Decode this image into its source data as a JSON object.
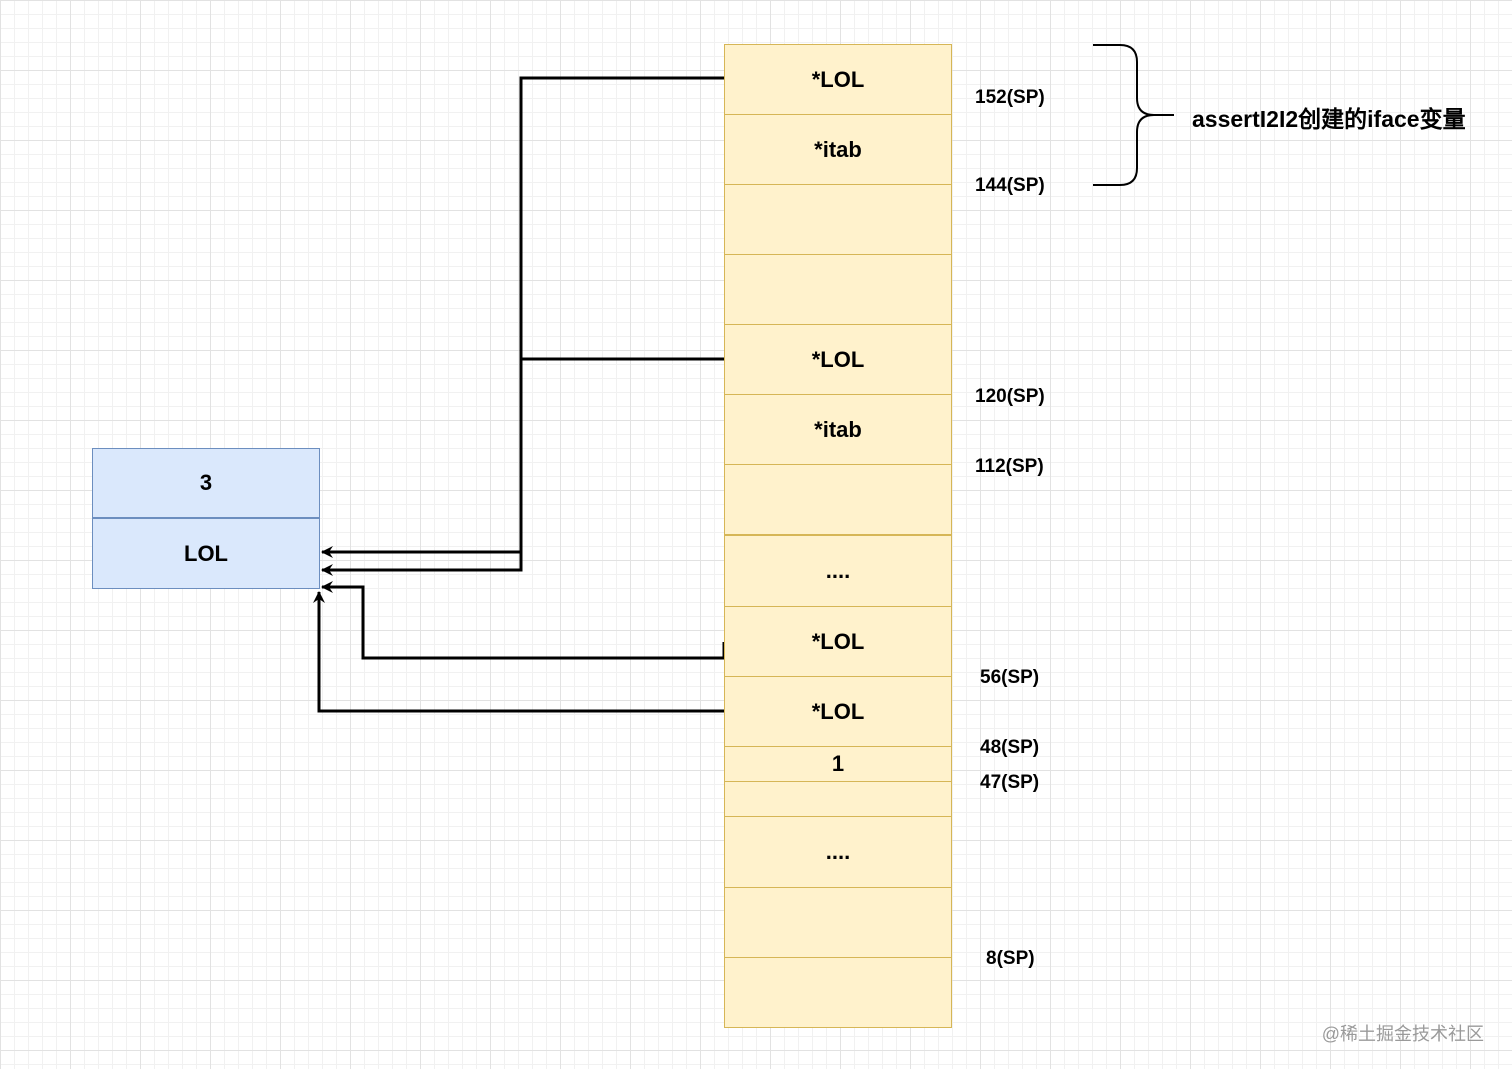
{
  "stack": {
    "cells": [
      {
        "label": "*LOL"
      },
      {
        "label": "*itab"
      },
      {
        "label": ""
      },
      {
        "label": ""
      },
      {
        "label": "*LOL"
      },
      {
        "label": "*itab"
      },
      {
        "label": ""
      },
      {
        "label": "...."
      },
      {
        "label": "*LOL"
      },
      {
        "label": "*LOL"
      },
      {
        "label": "1"
      },
      {
        "label": ""
      },
      {
        "label": "...."
      },
      {
        "label": ""
      },
      {
        "label": ""
      }
    ],
    "offsets": [
      "152(SP)",
      "144(SP)",
      "120(SP)",
      "112(SP)",
      "56(SP)",
      "48(SP)",
      "47(SP)",
      "8(SP)"
    ]
  },
  "struct": {
    "cells": [
      {
        "label": "3"
      },
      {
        "label": "LOL"
      }
    ]
  },
  "annotation": "assertI2I2创建的iface变量",
  "watermark": "@稀土掘金技术社区",
  "colors": {
    "stack_fill": "#fff2cc",
    "stack_border": "#d6b656",
    "struct_fill": "#dae8fc",
    "struct_border": "#6c8ebf",
    "connector": "#000000"
  }
}
